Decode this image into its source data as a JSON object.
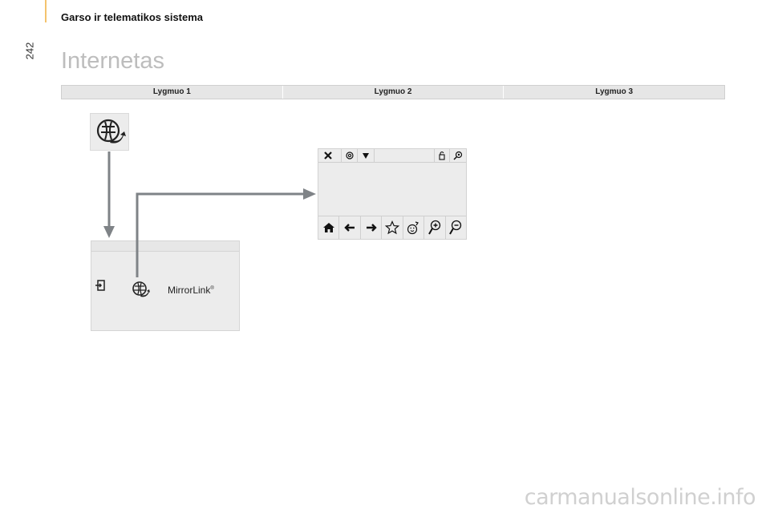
{
  "header": {
    "page_number": "242",
    "title": "Garso ir telematikos sistema"
  },
  "section": {
    "title": "Internetas"
  },
  "levels": [
    "Lygmuo 1",
    "Lygmuo 2",
    "Lygmuo 3"
  ],
  "menu_screen": {
    "mirrorlink_label": "MirrorLink",
    "mirrorlink_mark": "®"
  },
  "icons": {
    "level1": "internet-globe-icon",
    "browser_toolbar": [
      "close-icon",
      "at-icon",
      "dropdown-icon",
      "lock-icon",
      "settings-icon"
    ],
    "browser_bottom": [
      "home-icon",
      "back-icon",
      "forward-icon",
      "favorite-star-icon",
      "reload-icon",
      "zoom-in-icon",
      "zoom-out-icon"
    ]
  },
  "colors": {
    "arrow": "#7f8387",
    "title_gray": "#bdbdbd",
    "edge": "#f4c36d"
  },
  "watermark": "carmanualsonline.info"
}
